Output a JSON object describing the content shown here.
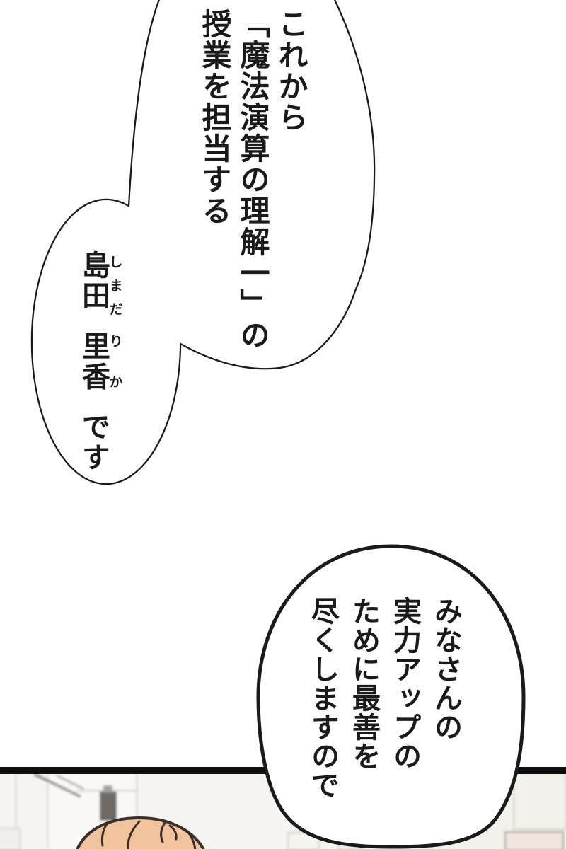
{
  "bubble1": {
    "lines": [
      "これから",
      "「魔法演算の理解一」の",
      "授業を担当する"
    ],
    "name": {
      "base1": "島田",
      "ruby1": "しまだ",
      "base2": "里香",
      "ruby2": "りか",
      "suffix": "です"
    }
  },
  "bubble2": {
    "lines": [
      "みなさんの",
      "実力アップの",
      "ために最善を",
      "尽くしますので"
    ]
  },
  "colors": {
    "ink": "#1a1a1a",
    "bubble_outline": "#1a1a1a",
    "bubble_fill": "#ffffff",
    "panel_border": "#0d0d0d",
    "hair_fill": "#f0c39c",
    "hair_outline": "#3a2e27",
    "wall": "#f6f4f1"
  }
}
